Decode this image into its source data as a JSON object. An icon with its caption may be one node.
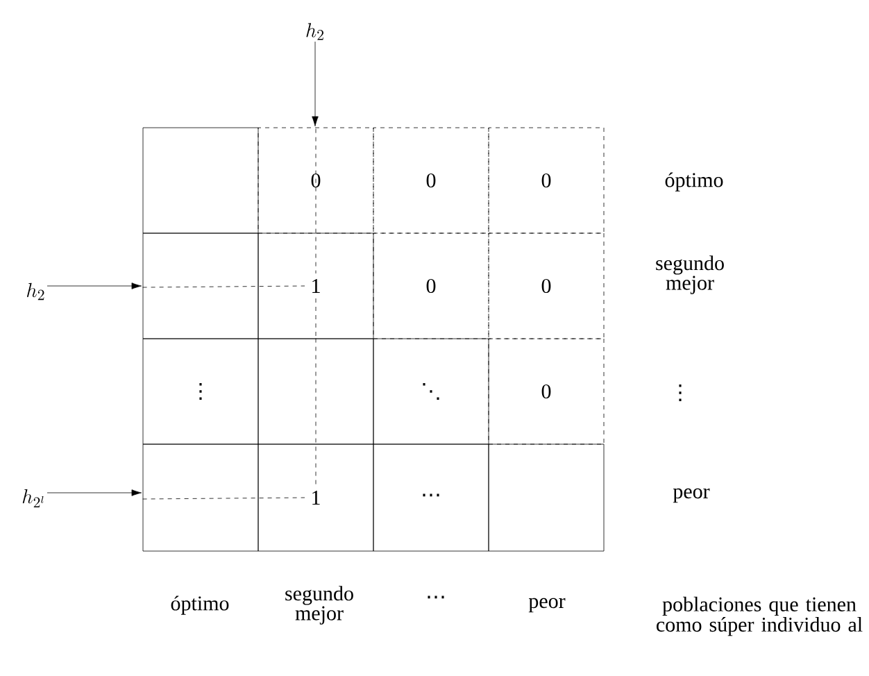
{
  "diagram": {
    "nodes": [
      {
        "text": [
          "h_2"
        ]
      },
      {
        "text": [],
        "shape": "box"
      },
      {
        "text": [
          "0"
        ]
      },
      {
        "text": [
          "0"
        ]
      },
      {
        "text": [
          "0"
        ]
      },
      {
        "text": [],
        "shape": "box"
      },
      {
        "text": [
          "1"
        ]
      },
      {
        "text": [
          "0"
        ]
      },
      {
        "text": [
          "0"
        ]
      },
      {
        "text": [
          "⋮"
        ]
      },
      {
        "text": [],
        "shape": "box"
      },
      {
        "text": [
          "⋱"
        ]
      },
      {
        "text": [
          "0"
        ]
      },
      {
        "text": [],
        "shape": "box"
      },
      {
        "text": [
          "1"
        ]
      },
      {
        "text": [
          "⋯"
        ]
      },
      {
        "text": [],
        "shape": "box"
      },
      {
        "text": [
          "h_2"
        ]
      },
      {
        "text": [
          "h_{2^l}"
        ]
      }
    ],
    "edges": [
      {
        "from": 0,
        "to": 2,
        "arrow": "to"
      },
      {
        "from": 17,
        "to": 5,
        "arrow": "to"
      },
      {
        "from": 18,
        "to": 13,
        "arrow": "to"
      },
      {
        "from": 2,
        "to": 6,
        "arrow": "none",
        "style": "dashed"
      },
      {
        "from": 6,
        "to": 10,
        "arrow": "none",
        "style": "dashed"
      },
      {
        "from": 10,
        "to": 14,
        "arrow": "none",
        "style": "dashed"
      },
      {
        "from": 5,
        "to": 6,
        "arrow": "none",
        "style": "dashed"
      },
      {
        "from": 13,
        "to": 14,
        "arrow": "none",
        "style": "dashed"
      }
    ],
    "labels": [
      "óptimo",
      "segundo mejor",
      "⋮",
      "peor",
      "óptimo",
      "segundo mejor",
      "⋯",
      "peor",
      "poblaciones que tienen como súper individuo al"
    ]
  }
}
